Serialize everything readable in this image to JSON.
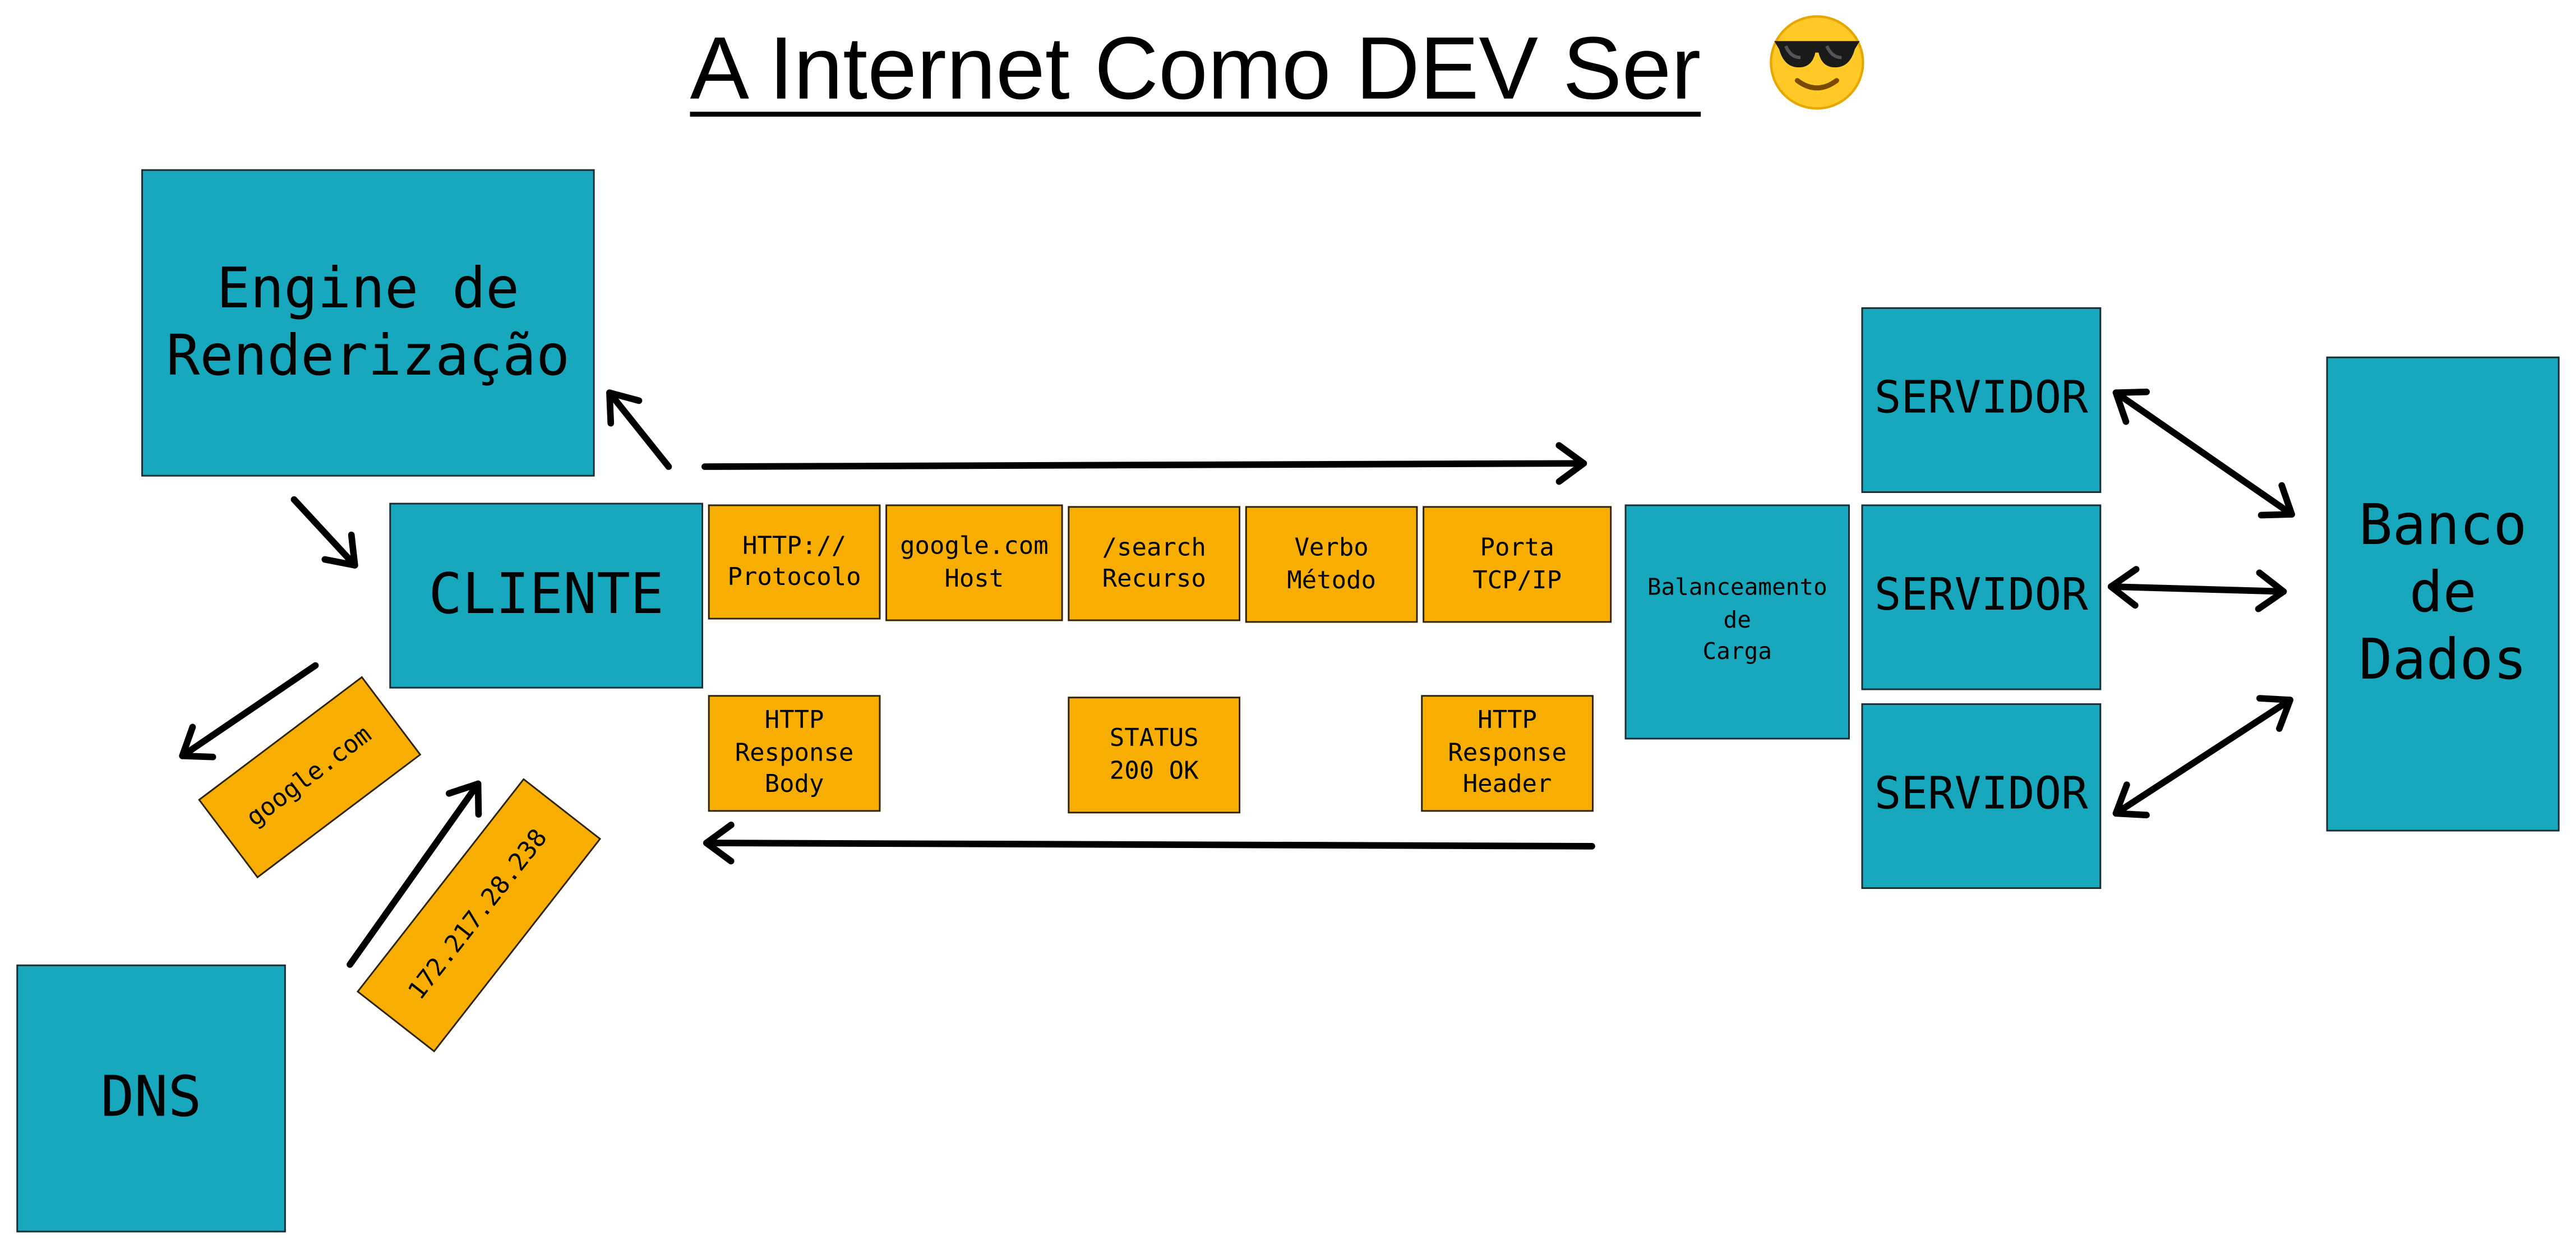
{
  "title": "A Internet Como DEV Ser",
  "colors": {
    "box_primary": "#17a8be",
    "box_secondary": "#f8ae00",
    "arrow": "#000000",
    "emoji_face": "#ffc928",
    "emoji_glasses": "#1a1a1a"
  },
  "icons": {
    "title_emoji": "smiling-face-with-sunglasses-icon"
  },
  "nodes": {
    "engine": "Engine de\nRenderização",
    "cliente": "CLIENTE",
    "dns": "DNS",
    "balanceamento": "Balanceamento\nde\nCarga",
    "servidor_1": "SERVIDOR",
    "servidor_2": "SERVIDOR",
    "servidor_3": "SERVIDOR",
    "banco": "Banco\nde\nDados"
  },
  "request_parts": [
    "HTTP://\nProtocolo",
    "google.com\nHost",
    "/search\nRecurso",
    "Verbo\nMétodo",
    "Porta\nTCP/IP"
  ],
  "response_parts": {
    "body": "HTTP\nResponse\nBody",
    "status": "STATUS\n200 OK",
    "header": "HTTP\nResponse\nHeader"
  },
  "dns_labels": {
    "query": "google.com",
    "answer": "172.217.28.238"
  }
}
